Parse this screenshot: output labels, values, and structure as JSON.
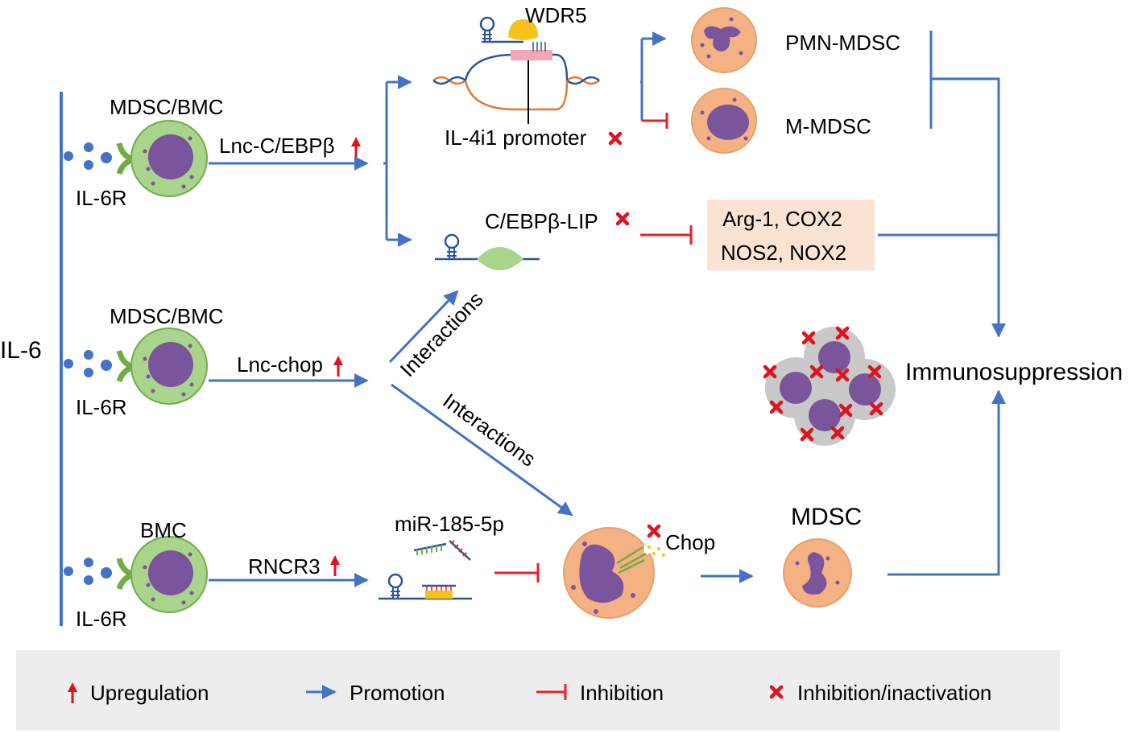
{
  "signal": "IL-6",
  "receptor": "IL-6R",
  "cell_labels": {
    "row1": "MDSC/BMC",
    "row2": "MDSC/BMC",
    "row3": "BMC"
  },
  "lncrnas": {
    "row1": "Lnc-C/EBPβ",
    "row2": "Lnc-chop",
    "row3": "RNCR3"
  },
  "top_branch": {
    "protein": "WDR5",
    "promoter": "IL-4i1 promoter",
    "pmn": "PMN-MDSC",
    "m": "M-MDSC"
  },
  "mid_branch": {
    "factor": "C/EBPβ-LIP",
    "genes_line1": "Arg-1, COX2",
    "genes_line2": "NOS2, NOX2"
  },
  "interactions": {
    "upper": "Interactions",
    "lower": "Interactions"
  },
  "bottom_branch": {
    "mirna": "miR-185-5p",
    "chop": "Chop",
    "mdsc": "MDSC"
  },
  "outcome": "Immunosuppression",
  "legend": {
    "upregulation": "Upregulation",
    "promotion": "Promotion",
    "inhibition": "Inhibition",
    "inactivation": "Inhibition/inactivation"
  },
  "colors": {
    "arrow_blue": "#4472c4",
    "inhibit_red": "#e8202a",
    "cell_green": "#a8d48c",
    "cell_orange": "#f4b183",
    "nucleus_purple": "#7a559c",
    "gene_box": "#fbe3d4",
    "legend_bg": "#ededed"
  }
}
